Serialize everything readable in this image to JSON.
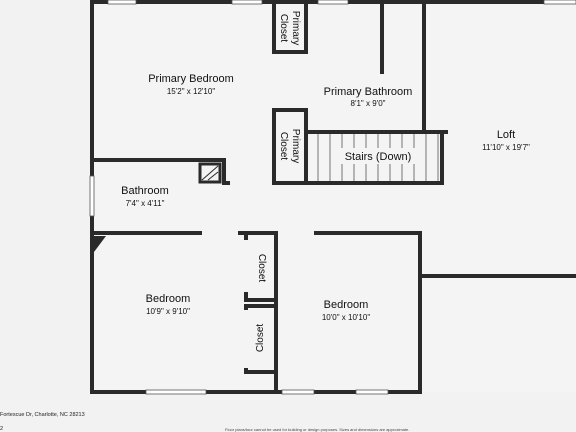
{
  "rooms": {
    "primary_bedroom": {
      "name": "Primary Bedroom",
      "dims": "15'2\" x 12'10\""
    },
    "primary_bathroom": {
      "name": "Primary Bathroom",
      "dims": "8'1\" x 9'0\""
    },
    "loft": {
      "name": "Loft",
      "dims": "11'10\" x 19'7\""
    },
    "stairs": {
      "name": "Stairs (Down)"
    },
    "bathroom": {
      "name": "Bathroom",
      "dims": "7'4\" x 4'11\""
    },
    "bedroom_left": {
      "name": "Bedroom",
      "dims": "10'9\" x 9'10\""
    },
    "bedroom_right": {
      "name": "Bedroom",
      "dims": "10'0\" x 10'10\""
    }
  },
  "closets": {
    "primary_top": {
      "line1": "Primary",
      "line2": "Closet"
    },
    "primary_mid": {
      "line1": "Primary",
      "line2": "Closet"
    },
    "right": {
      "label": "Closet"
    },
    "left": {
      "label": "Closet"
    }
  },
  "footer": {
    "address": "Fortescue Dr, Charlotte, NC 28213",
    "page": "2",
    "disclaimer": "Floor plans/tour cannot be used for building or design purposes. Sizes and dimensions are approximate."
  }
}
